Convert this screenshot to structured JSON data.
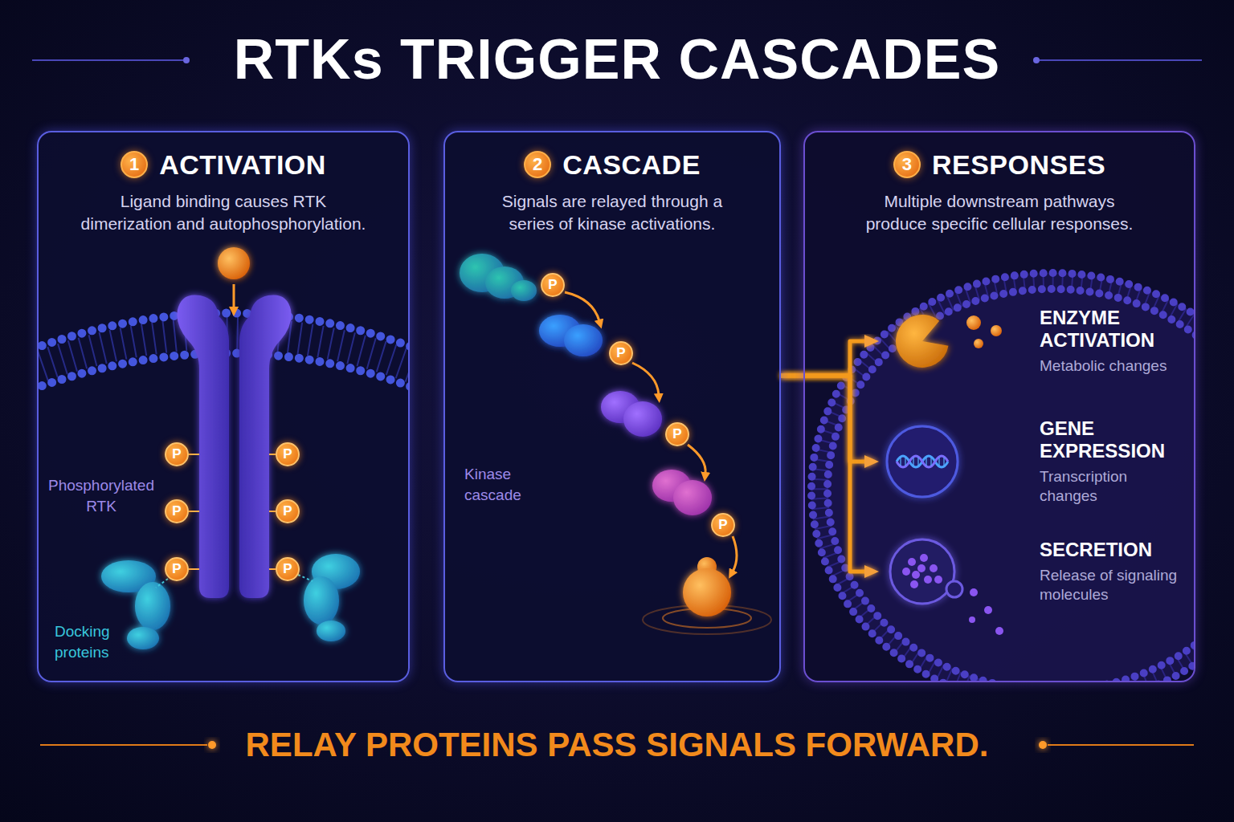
{
  "diagram": {
    "title": "RTKs TRIGGER CASCADES",
    "caption": "RELAY PROTEINS PASS SIGNALS FORWARD.",
    "nodes": [
      {
        "text": [
          "ACTIVATION",
          "Ligand binding causes RTK dimerization and autophosphorylation."
        ]
      },
      {
        "text": [
          "CASCADE",
          "Signals are relayed through a series of kinase activations."
        ]
      },
      {
        "text": [
          "RESPONSES",
          "Multiple downstream pathways produce specific cellular responses."
        ]
      },
      {
        "text": [
          "ENZYME ACTIVATION",
          "Metabolic changes"
        ],
        "in": 2
      },
      {
        "text": [
          "GENE EXPRESSION",
          "Transcription changes"
        ],
        "in": 2
      },
      {
        "text": [
          "SECRETION",
          "Release of signaling molecules"
        ],
        "in": 2
      }
    ],
    "edges": [
      {
        "from": 0,
        "to": 1,
        "arrow": "to"
      },
      {
        "from": 1,
        "to": 3,
        "arrow": "to"
      },
      {
        "from": 1,
        "to": 4,
        "arrow": "to"
      },
      {
        "from": 1,
        "to": 5,
        "arrow": "to"
      }
    ],
    "labels": [
      "1",
      "2",
      "3",
      "Phosphorylated RTK",
      "Docking proteins",
      "P",
      "P",
      "P",
      "P",
      "P",
      "P",
      "Kinase cascade",
      "P",
      "P",
      "P",
      "P"
    ]
  }
}
